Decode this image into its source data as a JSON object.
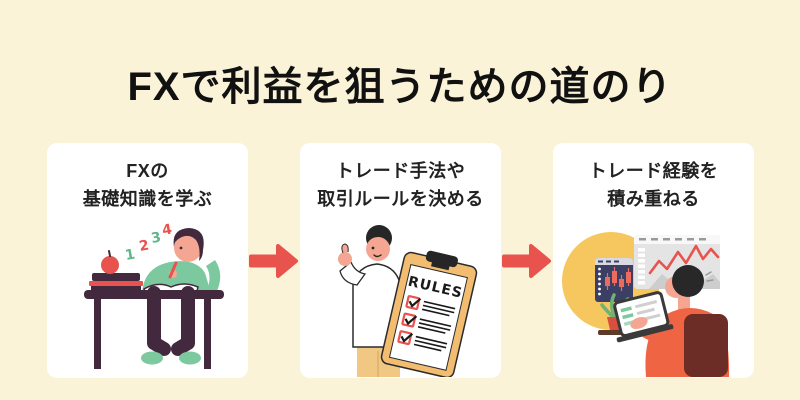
{
  "page": {
    "title": "FXで利益を狙うための道のり",
    "background_color": "#FBF3D8",
    "card_color": "#FFFFFF",
    "accent_color": "#E9534E",
    "text_color": "#1F1F1F"
  },
  "steps": [
    {
      "label_line1": "FXの",
      "label_line2": "基礎知識を学ぶ",
      "illustration": "person-studying-at-desk",
      "floating_numbers": [
        "1",
        "2",
        "3",
        "4"
      ]
    },
    {
      "label_line1": "トレード手法や",
      "label_line2": "取引ルールを決める",
      "illustration": "person-with-rules-clipboard",
      "clipboard_title": "RULES"
    },
    {
      "label_line1": "トレード経験を",
      "label_line2": "積み重ねる",
      "illustration": "person-trading-at-computer"
    }
  ],
  "arrows": {
    "count": 2,
    "direction": "right",
    "color": "#E9534E"
  }
}
